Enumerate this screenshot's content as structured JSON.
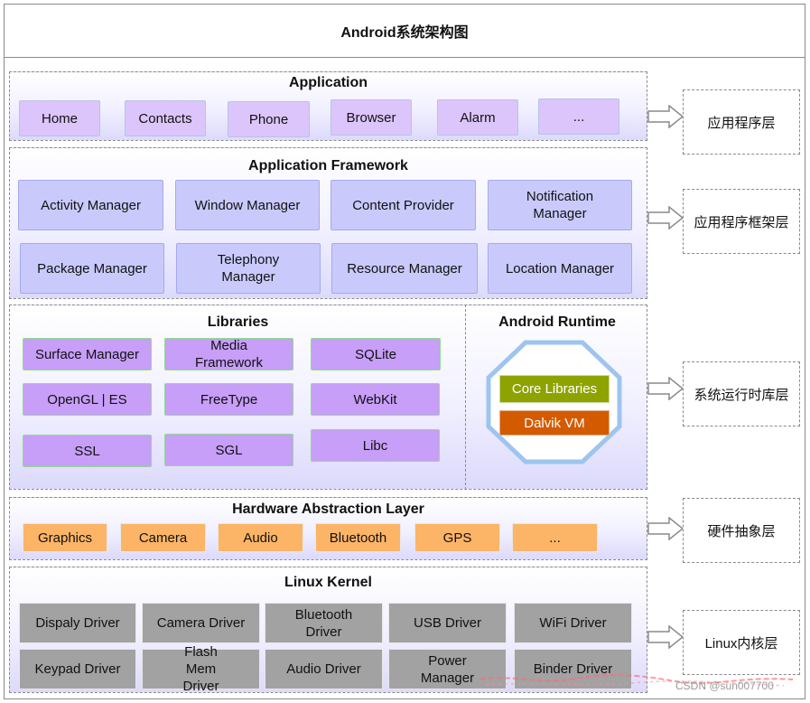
{
  "title": "Android系统架构图",
  "application": {
    "title": "Application",
    "items": [
      "Home",
      "Contacts",
      "Phone",
      "Browser",
      "Alarm",
      "..."
    ]
  },
  "framework": {
    "title": "Application Framework",
    "items": [
      "Activity Manager",
      "Window Manager",
      "Content Provider",
      "Notification Manager",
      "Package Manager",
      "Telephony Manager",
      "Resource Manager",
      "Location Manager"
    ]
  },
  "libraries": {
    "title": "Libraries",
    "items": [
      "Surface Manager",
      "Media Framework",
      "SQLite",
      "OpenGL | ES",
      "FreeType",
      "WebKit",
      "SSL",
      "SGL",
      "Libc"
    ]
  },
  "runtime": {
    "title": "Android Runtime",
    "core": "Core Libraries",
    "vm": "Dalvik VM"
  },
  "hal": {
    "title": "Hardware Abstraction Layer",
    "items": [
      "Graphics",
      "Camera",
      "Audio",
      "Bluetooth",
      "GPS",
      "..."
    ]
  },
  "kernel": {
    "title": "Linux Kernel",
    "items": [
      "Dispaly Driver",
      "Camera Driver",
      "Bluetooth Driver",
      "USB Driver",
      "WiFi Driver",
      "Keypad Driver",
      "Flash Mem Driver",
      "Audio Driver",
      "Power Manager",
      "Binder Driver"
    ]
  },
  "side_labels": [
    "应用程序层",
    "应用程序框架层",
    "系统运行时库层",
    "硬件抽象层",
    "Linux内核层"
  ],
  "watermark": "CSDN @sun007700",
  "colors": {
    "app_box": "#dcc5fb",
    "framework_box": "#c9cafb",
    "library_box": "#c79ef8",
    "core_libraries": "#8ea300",
    "dalvik_vm": "#d45a00",
    "hal_box": "#fcb466",
    "kernel_box": "#a2a2a2"
  }
}
